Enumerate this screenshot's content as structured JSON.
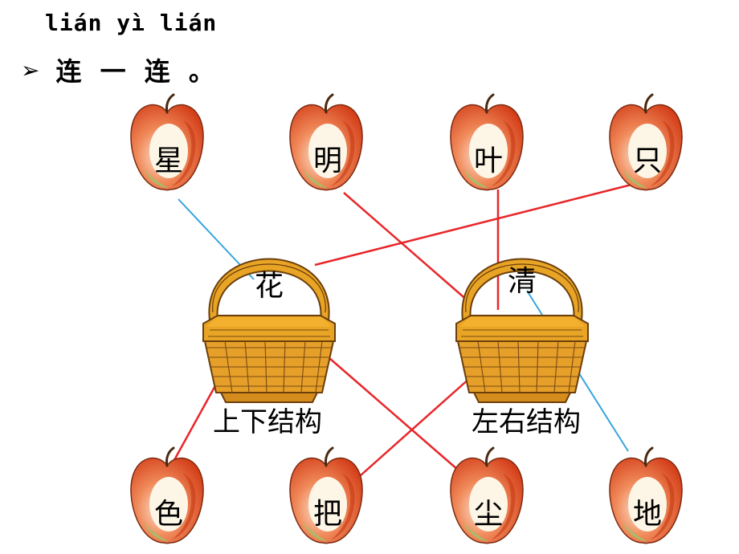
{
  "header": {
    "pinyin": "lián yì lián",
    "bullet": "➢",
    "title": "连 一 连 。"
  },
  "baskets": [
    {
      "char": "花",
      "label": "上下结构"
    },
    {
      "char": "清",
      "label": "左右结构"
    }
  ],
  "top_apples": [
    "星",
    "明",
    "叶",
    "只"
  ],
  "bottom_apples": [
    "色",
    "把",
    "尘",
    "地"
  ],
  "colors": {
    "apple_red": "#d8401a",
    "apple_light": "#f4b79a",
    "apple_center": "#fdf6e6",
    "basket": "#e8a425",
    "basket_line": "#7a4a10",
    "red_line": "#e8262a",
    "blue_line": "#36a6de"
  }
}
